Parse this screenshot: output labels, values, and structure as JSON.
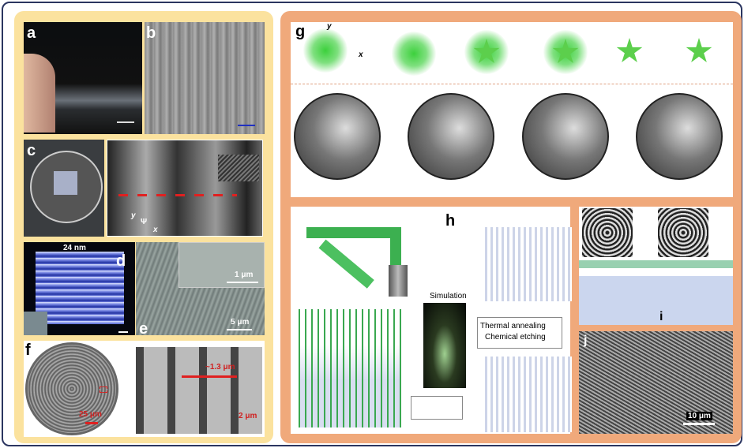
{
  "panels": {
    "a": "a",
    "b": "b",
    "c": "c",
    "d": "d",
    "e": "e",
    "f": "f",
    "g": "g",
    "h": "h",
    "i": "i",
    "j": "j"
  },
  "scale_bars": {
    "d_top": "24 nm",
    "e_inset": "1 μm",
    "e": "5 μm",
    "f_left": "25 μm",
    "f_right_spacing": "~1.3 μm",
    "f_right": "2 μm",
    "j": "10 μm"
  },
  "axes": {
    "c_y": "y",
    "c_psi": "Ψ",
    "c_x": "x",
    "g_y": "y",
    "g_x": "x"
  },
  "h": {
    "simulation": "Simulation",
    "process_line1": "Thermal annealing",
    "process_line2": "Chemical etching"
  },
  "colors": {
    "left_bg": "#fbe29e",
    "right_bg": "#f0a97b",
    "frame": "#2b3560"
  }
}
